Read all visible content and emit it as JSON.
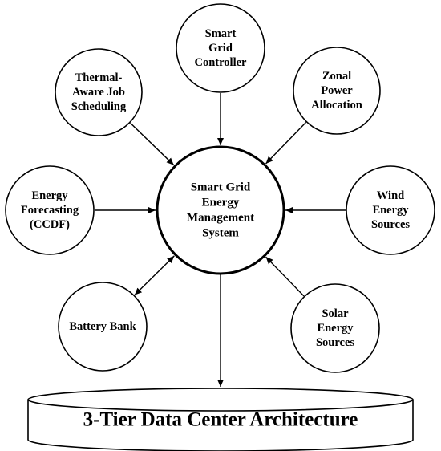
{
  "center": {
    "label": [
      "Smart Grid",
      "Energy",
      "Management",
      "System"
    ]
  },
  "nodes": [
    {
      "id": "smart-grid-controller",
      "label": [
        "Smart",
        "Grid",
        "Controller"
      ],
      "relation": "input"
    },
    {
      "id": "thermal-aware-job-scheduling",
      "label": [
        "Thermal-",
        "Aware Job",
        "Scheduling"
      ],
      "relation": "input"
    },
    {
      "id": "zonal-power-allocation",
      "label": [
        "Zonal",
        "Power",
        "Allocation"
      ],
      "relation": "input"
    },
    {
      "id": "energy-forecasting",
      "label": [
        "Energy",
        "Forecasting",
        "(CCDF)"
      ],
      "relation": "input"
    },
    {
      "id": "wind-energy-sources",
      "label": [
        "Wind",
        "Energy",
        "Sources"
      ],
      "relation": "input"
    },
    {
      "id": "battery-bank",
      "label": [
        "Battery Bank"
      ],
      "relation": "bidirectional"
    },
    {
      "id": "solar-energy-sources",
      "label": [
        "Solar",
        "Energy",
        "Sources"
      ],
      "relation": "input"
    }
  ],
  "footer": {
    "label": "3-Tier Data Center Architecture"
  },
  "colors": {
    "stroke": "#000000",
    "fill": "#ffffff"
  }
}
